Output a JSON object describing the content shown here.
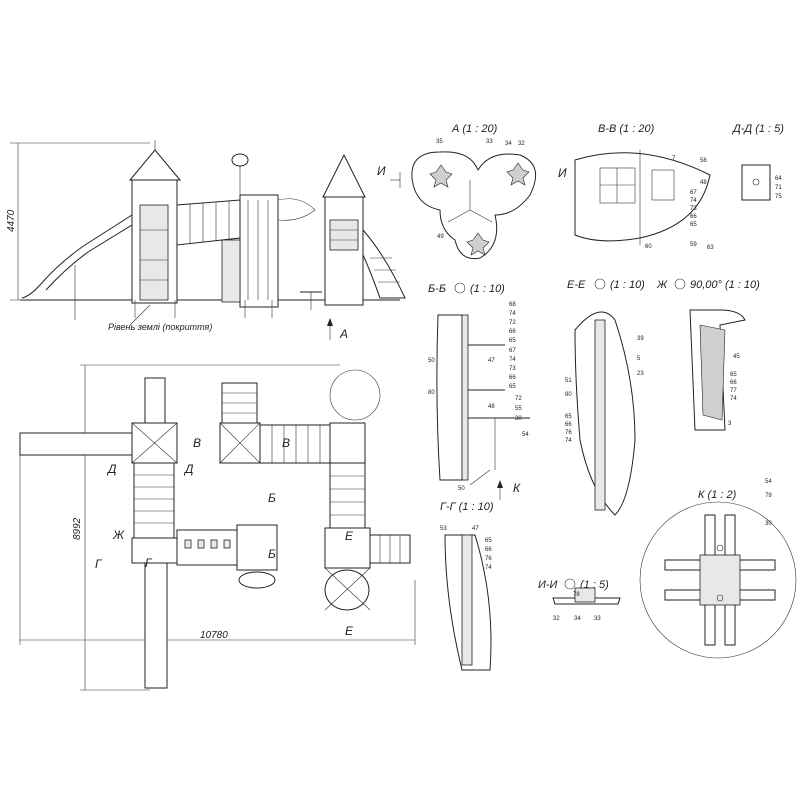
{
  "dimensions": {
    "height": "4470",
    "width": "10780",
    "depth": "8992"
  },
  "ground_label": "Рівень землі (покриття)",
  "view_markers": {
    "a": "А",
    "i": "И",
    "b": "Б",
    "v": "В",
    "d": "Д",
    "e": "Е",
    "zh": "Ж",
    "g": "Г",
    "k": "К"
  },
  "details": {
    "a": {
      "title": "А (1 : 20)",
      "callouts": [
        "35",
        "33",
        "34",
        "32",
        "49"
      ]
    },
    "vv": {
      "title": "В-В (1 : 20)",
      "callouts": [
        "7",
        "58",
        "48",
        "67",
        "74",
        "73",
        "66",
        "65",
        "60",
        "59",
        "63"
      ]
    },
    "dd": {
      "title": "Д-Д (1 : 5)",
      "callouts": [
        "64",
        "71",
        "75"
      ]
    },
    "bb": {
      "title": "Б-Б",
      "scale": "(1 : 10)",
      "callouts": [
        "68",
        "74",
        "72",
        "66",
        "65",
        "67",
        "74",
        "73",
        "66",
        "65",
        "72",
        "55",
        "30",
        "54",
        "50",
        "80",
        "47",
        "48",
        "50"
      ]
    },
    "ee": {
      "title": "Е-Е",
      "scale": "(1 : 10)",
      "callouts": [
        "39",
        "5",
        "23",
        "51",
        "80",
        "65",
        "66",
        "76",
        "74"
      ]
    },
    "zh": {
      "title": "Ж",
      "scale": "90,00° (1 : 10)",
      "callouts": [
        "45",
        "65",
        "66",
        "77",
        "74",
        "3"
      ]
    },
    "gg": {
      "title": "Г-Г (1 : 10)",
      "callouts": [
        "53",
        "47",
        "65",
        "66",
        "76",
        "74"
      ]
    },
    "ii": {
      "title": "И-И",
      "scale": "(1 : 5)",
      "callouts": [
        "78",
        "32",
        "34",
        "33"
      ]
    },
    "k": {
      "title": "К (1 : 2)",
      "callouts": [
        "54",
        "79",
        "30"
      ]
    }
  }
}
